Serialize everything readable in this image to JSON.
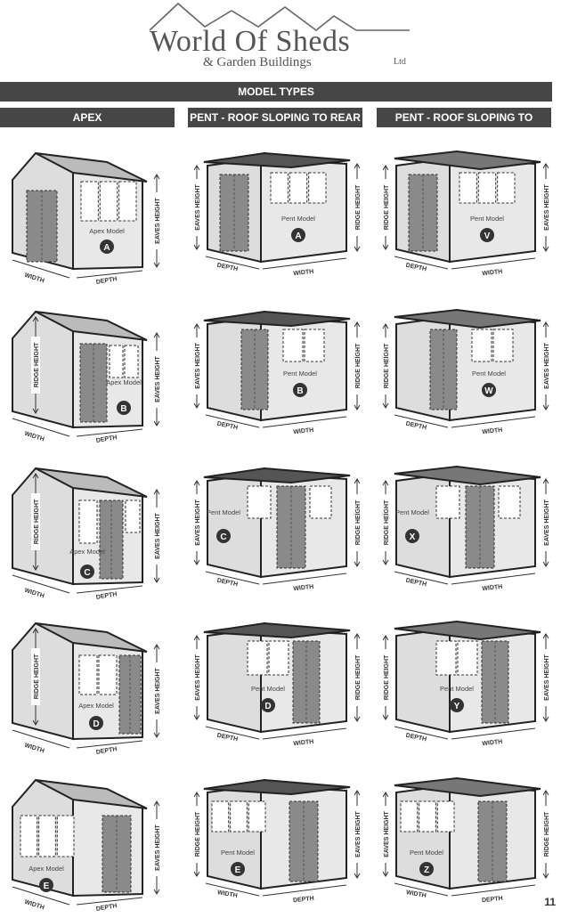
{
  "brand": {
    "name": "World Of Sheds",
    "sub": "& Garden Buildings",
    "ltd": "Ltd"
  },
  "headers": {
    "main": "MODEL TYPES",
    "col1": "APEX",
    "col2": "PENT - ROOF SLOPING TO REAR",
    "col3": "PENT - ROOF SLOPING TO FRONT"
  },
  "page_number": "11",
  "dim_labels": {
    "eaves": "EAVES HEIGHT",
    "ridge": "RIDGE HEIGHT",
    "width": "WIDTH",
    "depth": "DEPTH"
  },
  "apex": [
    {
      "caption": "Apex Model",
      "letter": "A"
    },
    {
      "caption": "Apex Model",
      "letter": "B"
    },
    {
      "caption": "Apex Model",
      "letter": "C"
    },
    {
      "caption": "Apex Model",
      "letter": "D"
    },
    {
      "caption": "Apex Model",
      "letter": "E"
    }
  ],
  "pent_rear": [
    {
      "caption": "Pent Model",
      "letter": "A"
    },
    {
      "caption": "Pent Model",
      "letter": "B"
    },
    {
      "caption": "Pent Model",
      "letter": "C"
    },
    {
      "caption": "Pent Model",
      "letter": "D"
    },
    {
      "caption": "Pent Model",
      "letter": "E"
    }
  ],
  "pent_front": [
    {
      "caption": "Pent Model",
      "letter": "V"
    },
    {
      "caption": "Pent Model",
      "letter": "W"
    },
    {
      "caption": "Pent Model",
      "letter": "X"
    },
    {
      "caption": "Pent Model",
      "letter": "Y"
    },
    {
      "caption": "Pent Model",
      "letter": "Z"
    }
  ]
}
